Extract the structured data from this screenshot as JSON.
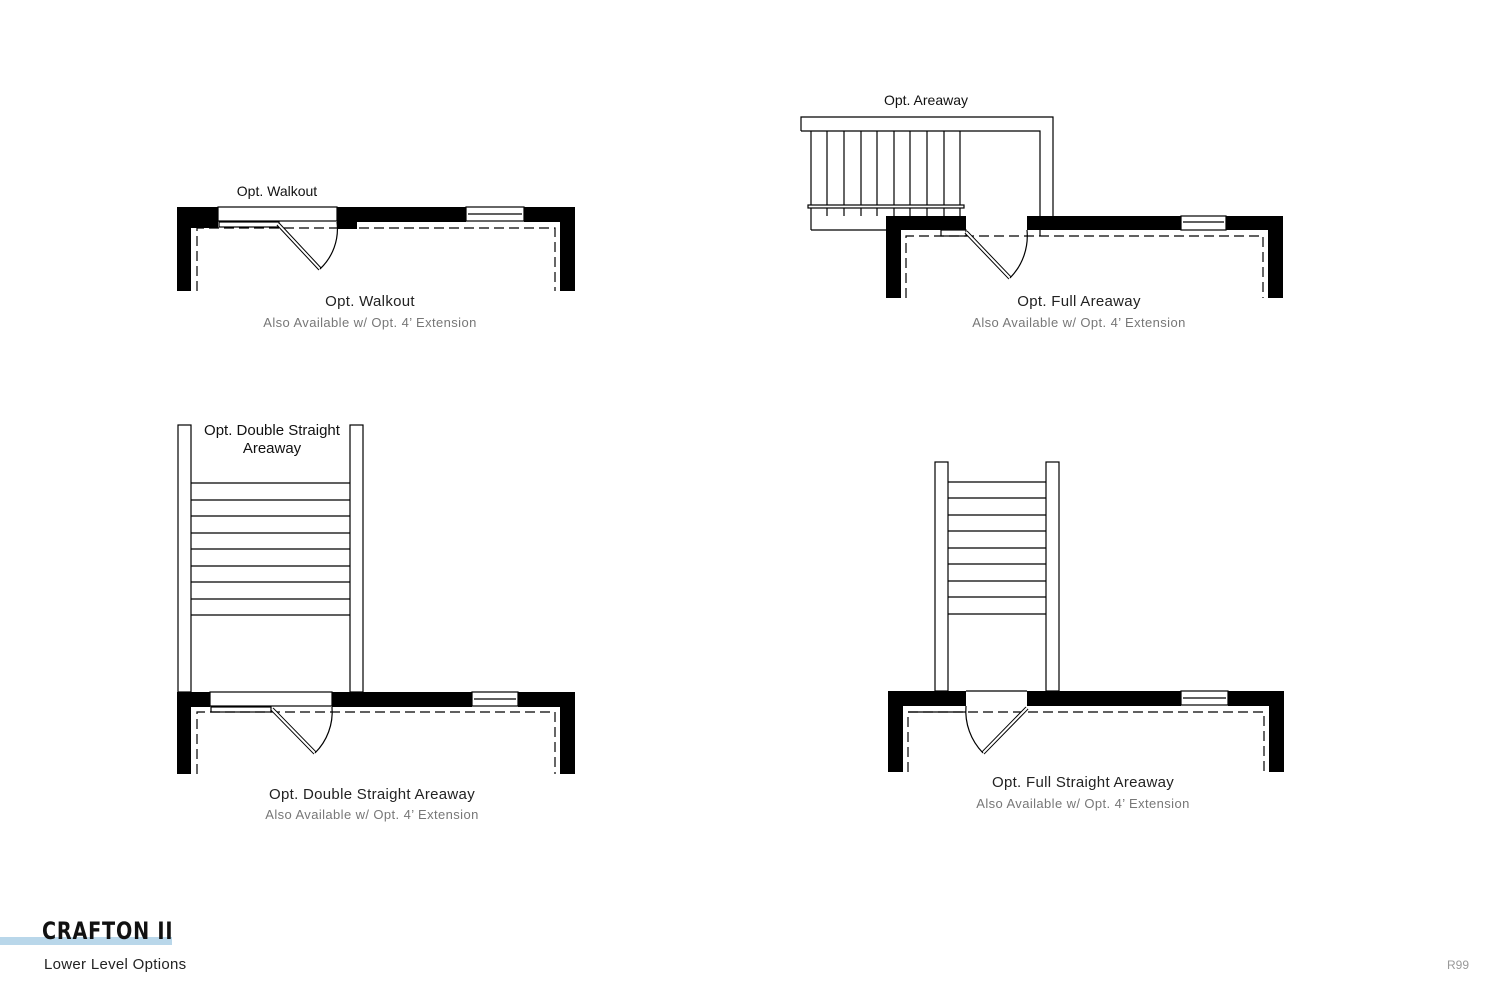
{
  "plans": [
    {
      "callout": "Opt. Walkout",
      "caption": "Opt. Walkout",
      "note": "Also Available w/ Opt. 4’ Extension"
    },
    {
      "callout": "Opt. Areaway",
      "caption": "Opt. Full Areaway",
      "note": "Also Available w/ Opt. 4’ Extension"
    },
    {
      "callout": "Opt. Double Straight Areaway",
      "caption": "Opt. Double Straight Areaway",
      "note": "Also Available w/ Opt. 4’ Extension"
    },
    {
      "caption": "Opt. Full Straight Areaway",
      "note": "Also Available w/ Opt. 4’ Extension"
    }
  ],
  "footer": {
    "brand": "CRAFTON II",
    "subtitle": "Lower Level Options",
    "code": "R99",
    "accent": "#b9d7ea"
  }
}
